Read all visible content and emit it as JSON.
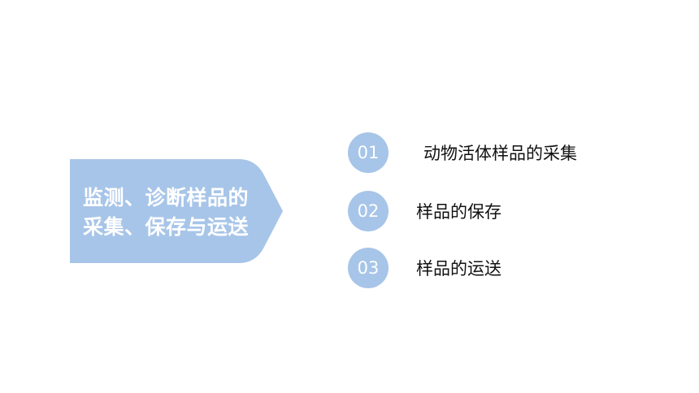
{
  "title": {
    "line1": "监测、诊断样品的",
    "line2": "采集、保存与运送"
  },
  "items": [
    {
      "number": "01",
      "label": "动物活体样品的采集"
    },
    {
      "number": "02",
      "label": "样品的保存"
    },
    {
      "number": "03",
      "label": "样品的运送"
    }
  ],
  "colors": {
    "accent": "#a7c5e8",
    "title_text": "#ffffff",
    "item_text": "#111111",
    "background": "#ffffff"
  }
}
